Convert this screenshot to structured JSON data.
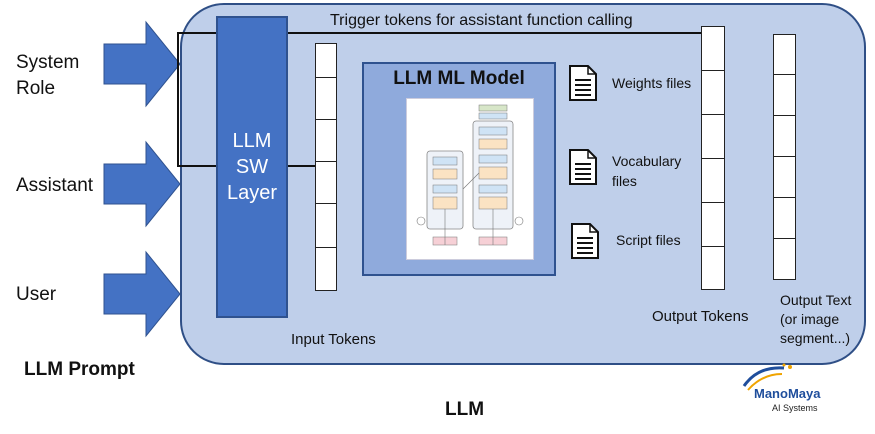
{
  "inputs": {
    "system_role": "System\nRole",
    "assistant": "Assistant",
    "user": "User",
    "group_label": "LLM Prompt"
  },
  "llm": {
    "label": "LLM",
    "trigger_label": "Trigger tokens for assistant function calling",
    "sw_layer": [
      "LLM",
      "SW",
      "Layer"
    ],
    "input_tokens_label": "Input Tokens",
    "model_title": "LLM ML Model",
    "files": [
      "Weights files",
      "Vocabulary\nfiles",
      "Script files"
    ],
    "output_tokens_label": "Output Tokens",
    "output_text_label": "Output Text\n(or image\nsegment...)"
  },
  "logo": {
    "name": "ManoMaya",
    "tagline": "AI Systems"
  },
  "colors": {
    "arrow": "#4472c4",
    "llm_box": "#bfcfea",
    "sw_layer": "#4472c4",
    "model_box": "#8faadc"
  }
}
